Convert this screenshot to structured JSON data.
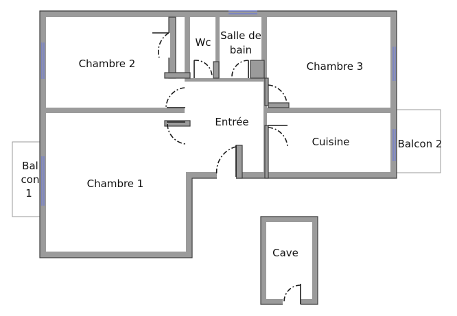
{
  "plan": {
    "rooms": {
      "chambre2": "Chambre 2",
      "wc": "Wc",
      "sdb_line1": "Salle de",
      "sdb_line2": "bain",
      "chambre3": "Chambre 3",
      "entree": "Entrée",
      "cuisine": "Cuisine",
      "chambre1": "Chambre 1",
      "cave": "Cave"
    },
    "balcon1": {
      "line1": "Bal",
      "line2": "con",
      "line3": "1"
    },
    "balcon2": "Balcon 2"
  },
  "colors": {
    "wall": "#9b9b9b",
    "wall_outline": "#3c3c3c",
    "window": "#6a78d8",
    "door": "#1a1a1a"
  }
}
